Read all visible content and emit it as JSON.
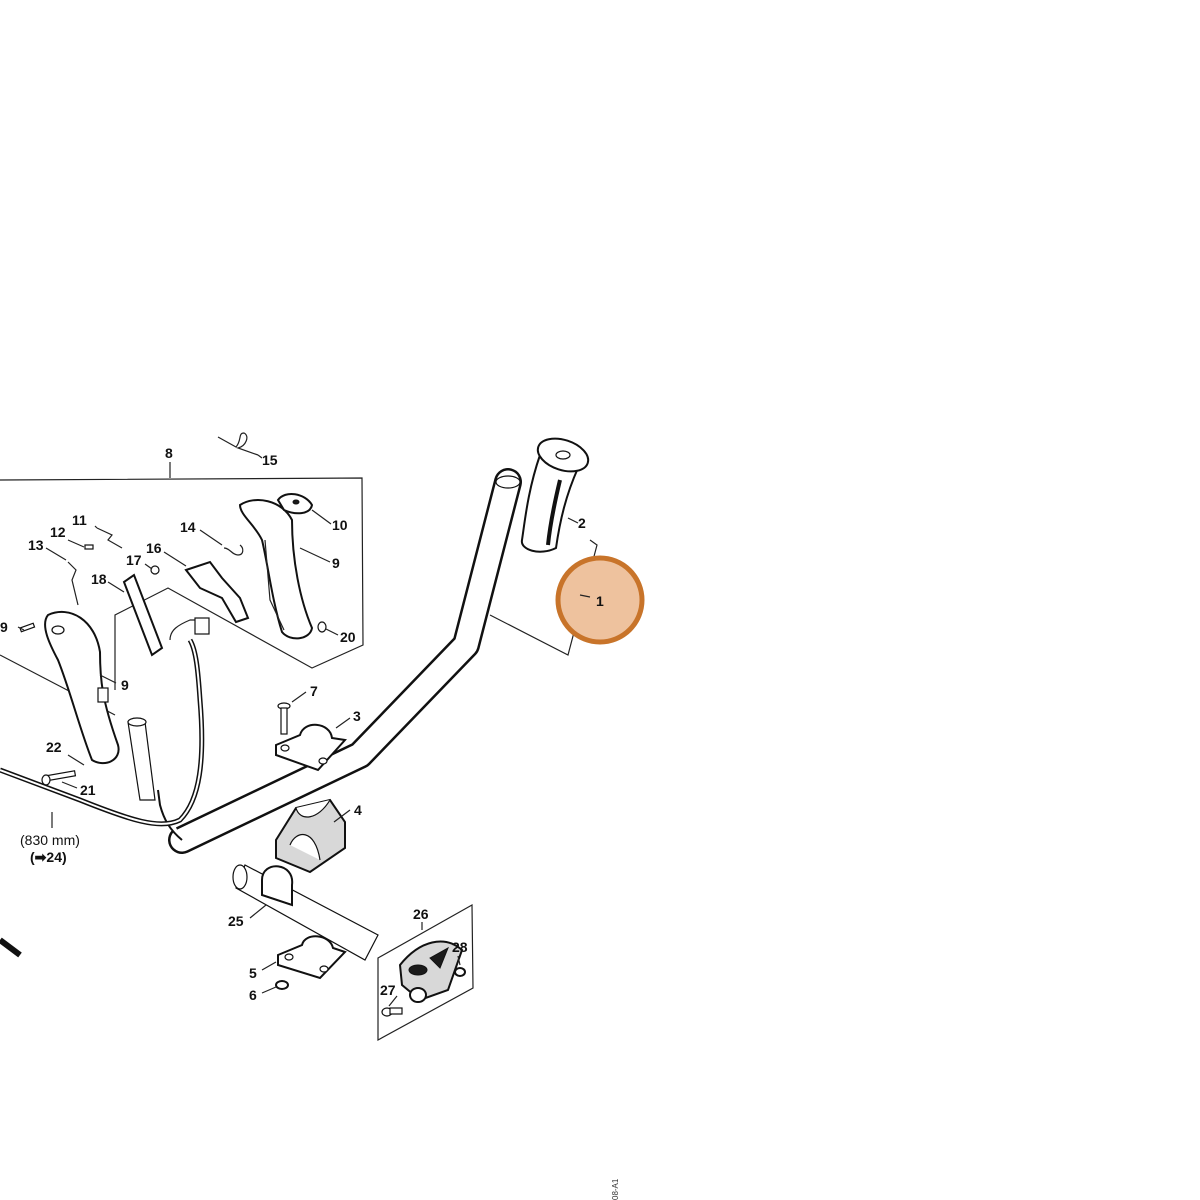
{
  "diagram": {
    "labels": {
      "p1": "1",
      "p2": "2",
      "p3": "3",
      "p4": "4",
      "p5": "5",
      "p6": "6",
      "p7": "7",
      "p8": "8",
      "p9a": "9",
      "p9b": "9",
      "p9c": "9",
      "p10": "10",
      "p11": "11",
      "p12": "12",
      "p13": "13",
      "p14": "14",
      "p15": "15",
      "p16": "16",
      "p17": "17",
      "p18": "18",
      "p20": "20",
      "p21": "21",
      "p22": "22",
      "p25": "25",
      "p26": "26",
      "p27": "27",
      "p28": "28"
    },
    "cable_length": "(830 mm)",
    "cable_ref_arrow": "➡",
    "cable_ref_part": "24",
    "drawing_code": "08-A1",
    "highlight": {
      "part": "1",
      "fill": "#eec29e",
      "stroke": "#c8742a"
    }
  }
}
